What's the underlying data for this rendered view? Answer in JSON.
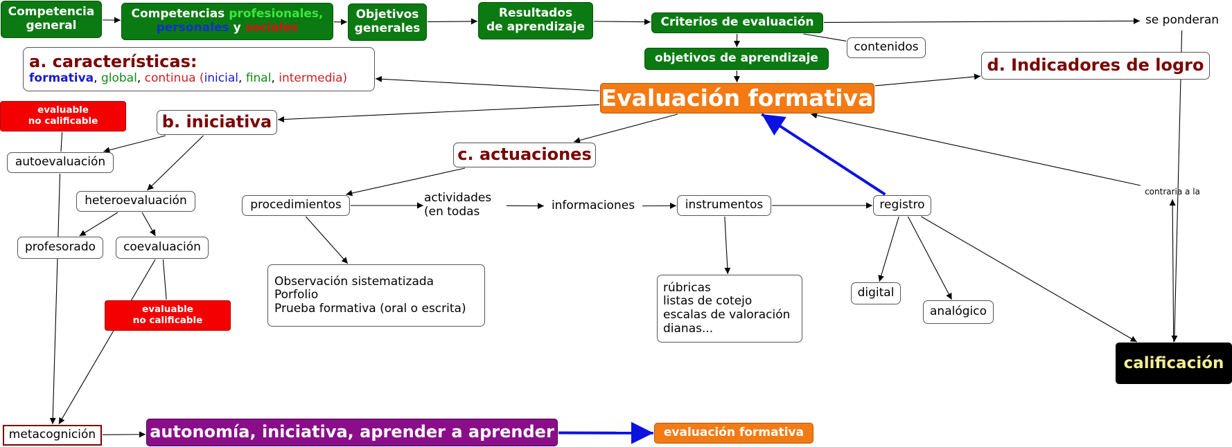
{
  "nodes": {
    "competencia_general": "Competencia\ngeneral",
    "competencias": {
      "prefix": "Competencias ",
      "profesionales": "profesionales,",
      "personales": "personales",
      "y": " y ",
      "sociales": "sociales"
    },
    "objetivos_generales": "Objetivos\ngenerales",
    "resultados": "Resultados\nde aprendizaje",
    "criterios": "Criterios de evaluación",
    "se_ponderan": "se ponderan",
    "contenidos": "contenidos",
    "objetivos_aprendizaje": "objetivos de aprendizaje",
    "caracteristicas": {
      "title": "a. características:",
      "formativa": "formativa",
      "sep1": ", ",
      "global": "global",
      "sep2": ", ",
      "continua": "continua (",
      "inicial": "inicial",
      "sep3": ", ",
      "final": "final",
      "sep4": ", ",
      "intermedia": "intermedia)"
    },
    "indicadores": "d. Indicadores de logro",
    "evaluacion_formativa": "Evaluación formativa",
    "evaluable_1": "evaluable\nno calificable",
    "iniciativa": "b. iniciativa",
    "autoevaluacion": "autoevaluación",
    "actuaciones": "c. actuaciones",
    "heteroevaluacion": "heteroevaluación",
    "procedimientos": "procedimientos",
    "actividades": "actividades\n(en todas",
    "informaciones": "informaciones",
    "instrumentos": "instrumentos",
    "registro": "registro",
    "contraria": "contraria a la",
    "profesorado": "profesorado",
    "coevaluacion": "coevaluación",
    "observacion": "Observación sistematizada\nPorfolio\nPrueba formativa (oral o escrita)",
    "rubricas": "rúbricas\nlistas de cotejo\nescalas de valoración\ndianas...",
    "digital": "digital",
    "analogico": "analógico",
    "evaluable_2": "evaluable\nno calificable",
    "calificacion": "calificación",
    "metacognicion": "metacognición",
    "autonomia": "autonomía, iniciativa, aprender a aprender",
    "evaluacion_formativa_2": "evaluación formativa"
  },
  "colors": {
    "green": "#0b7a12",
    "orange": "#f47a14",
    "red": "#f40000",
    "purple": "#8a0d8a",
    "dark_red": "#7a0000",
    "black": "#000000",
    "calificacion_text": "#f2ef94",
    "blue_arrow": "#0a12e0",
    "connector": "#000000"
  },
  "links": [
    {
      "from": "competencia_general",
      "to": "competencias",
      "arrow": true
    },
    {
      "from": "competencias",
      "to": "objetivos_generales",
      "arrow": true
    },
    {
      "from": "objetivos_generales",
      "to": "resultados",
      "arrow": true
    },
    {
      "from": "resultados",
      "to": "criterios",
      "arrow": true
    },
    {
      "from": "criterios",
      "to": "se_ponderan",
      "arrow": true
    },
    {
      "from": "criterios",
      "to": "contenidos",
      "arrow": false
    },
    {
      "from": "criterios",
      "to": "objetivos_aprendizaje",
      "arrow": true
    },
    {
      "from": "objetivos_aprendizaje",
      "to": "evaluacion_formativa",
      "arrow": true
    },
    {
      "from": "se_ponderan",
      "to": "calificacion",
      "arrow": true
    },
    {
      "from": "evaluacion_formativa",
      "to": "caracteristicas",
      "arrow": true
    },
    {
      "from": "evaluacion_formativa",
      "to": "indicadores",
      "arrow": true
    },
    {
      "from": "evaluacion_formativa",
      "to": "iniciativa",
      "arrow": true
    },
    {
      "from": "evaluacion_formativa",
      "to": "actuaciones",
      "arrow": true
    },
    {
      "from": "iniciativa",
      "to": "autoevaluacion",
      "arrow": true
    },
    {
      "from": "iniciativa",
      "to": "heteroevaluacion",
      "arrow": true
    },
    {
      "from": "evaluable_1",
      "to": "autoevaluacion",
      "arrow": false
    },
    {
      "from": "autoevaluacion",
      "to": "metacognicion",
      "arrow": true
    },
    {
      "from": "heteroevaluacion",
      "to": "profesorado",
      "arrow": true
    },
    {
      "from": "heteroevaluacion",
      "to": "coevaluacion",
      "arrow": true
    },
    {
      "from": "coevaluacion",
      "to": "evaluable_2",
      "arrow": false
    },
    {
      "from": "coevaluacion",
      "to": "metacognicion",
      "arrow": true
    },
    {
      "from": "actuaciones",
      "to": "procedimientos",
      "arrow": true
    },
    {
      "from": "procedimientos",
      "to": "actividades",
      "arrow": true
    },
    {
      "from": "procedimientos",
      "to": "observacion",
      "arrow": true
    },
    {
      "from": "actividades",
      "to": "informaciones",
      "arrow": true
    },
    {
      "from": "informaciones",
      "to": "instrumentos",
      "arrow": true
    },
    {
      "from": "instrumentos",
      "to": "registro",
      "arrow": true
    },
    {
      "from": "instrumentos",
      "to": "rubricas",
      "arrow": true
    },
    {
      "from": "registro",
      "to": "evaluacion_formativa",
      "arrow": true,
      "style": "blue"
    },
    {
      "from": "registro",
      "to": "digital",
      "arrow": true
    },
    {
      "from": "registro",
      "to": "analogico",
      "arrow": true
    },
    {
      "from": "registro",
      "to": "calificacion",
      "arrow": true
    },
    {
      "from": "calificacion",
      "to": "contraria",
      "arrow": true
    },
    {
      "from": "contraria",
      "to": "evaluacion_formativa",
      "arrow": true
    },
    {
      "from": "metacognicion",
      "to": "autonomia",
      "arrow": true
    },
    {
      "from": "autonomia",
      "to": "evaluacion_formativa_2",
      "arrow": true,
      "style": "blue"
    }
  ]
}
